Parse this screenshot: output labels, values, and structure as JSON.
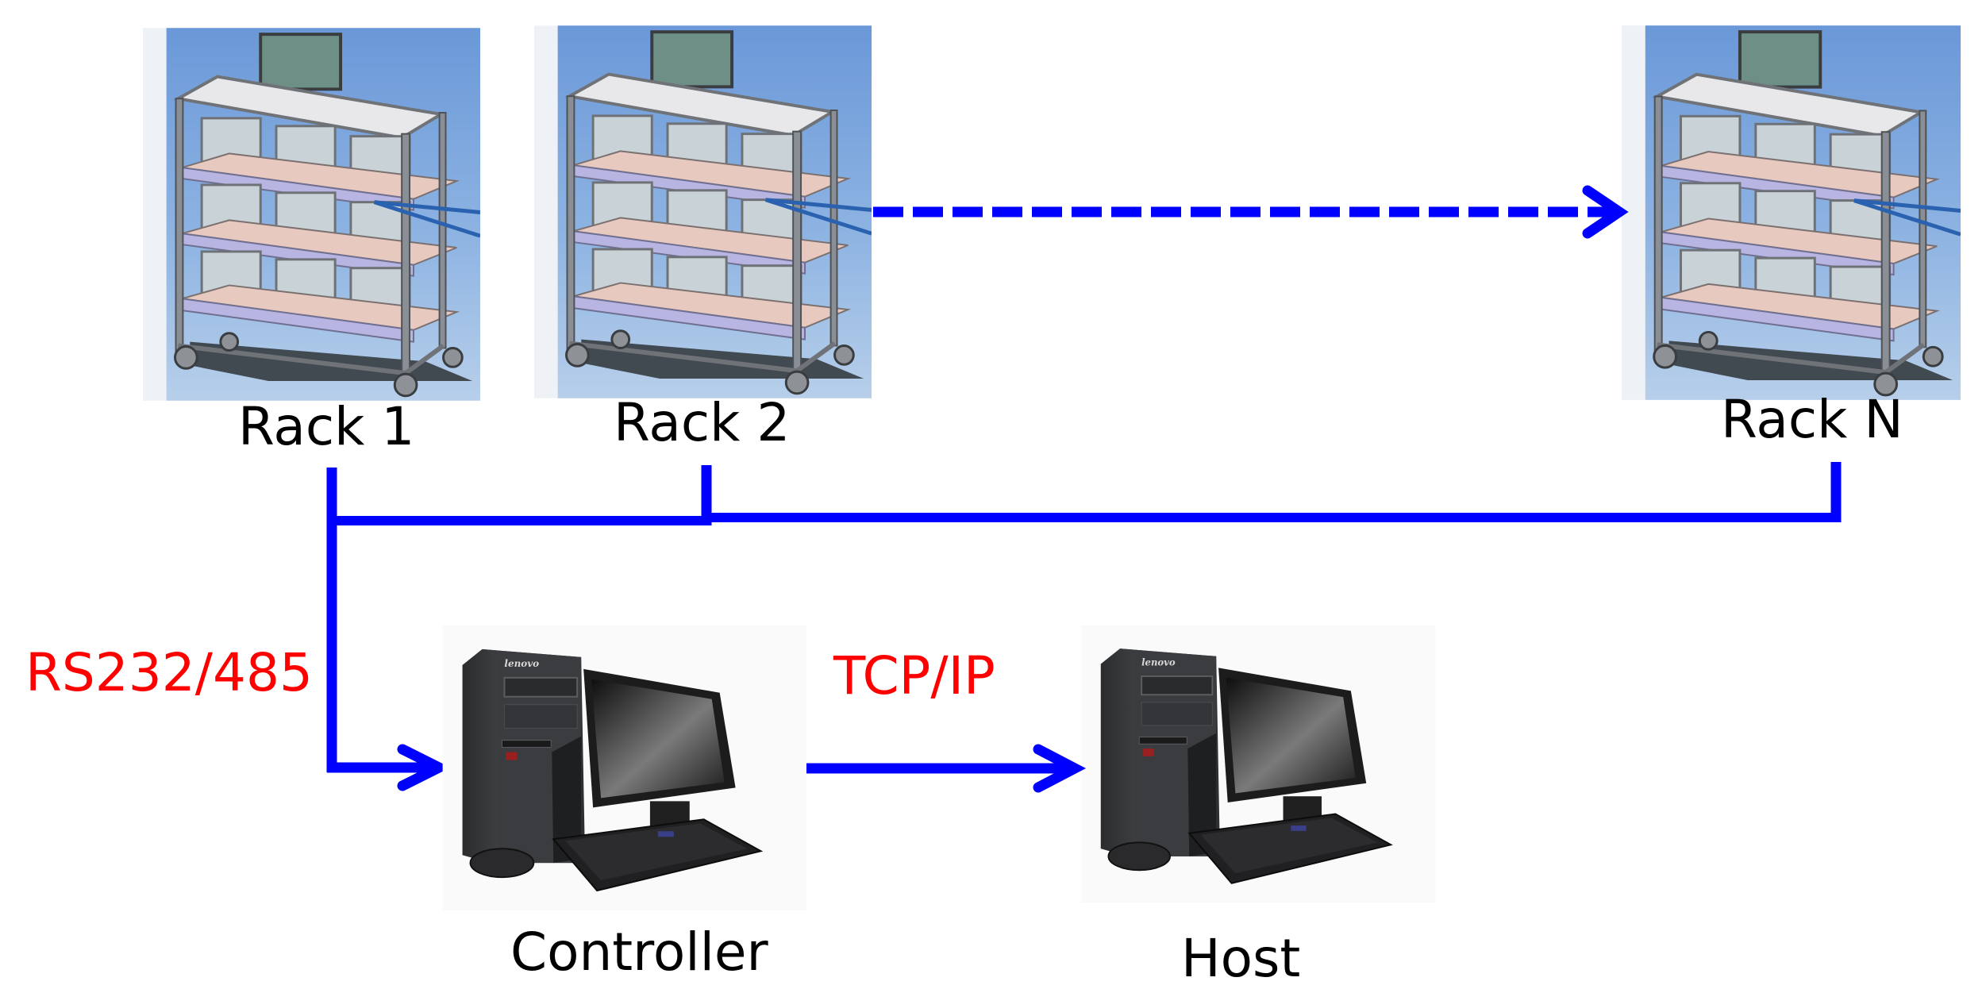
{
  "diagram": {
    "title": "",
    "racks": [
      {
        "id": "rack-1",
        "label": "Rack 1"
      },
      {
        "id": "rack-2",
        "label": "Rack 2"
      },
      {
        "id": "rack-n",
        "label": "Rack N"
      }
    ],
    "nodes": [
      {
        "id": "controller",
        "label": "Controller",
        "icon": "desktop-computer-icon",
        "brand_text": "lenovo"
      },
      {
        "id": "host",
        "label": "Host",
        "icon": "desktop-computer-icon",
        "brand_text": "lenovo"
      }
    ],
    "edges": [
      {
        "from": "rack-2",
        "to": "rack-n",
        "style": "dashed",
        "label": ""
      },
      {
        "from": "rack-bus",
        "to": "controller",
        "style": "solid",
        "label": "RS232/485"
      },
      {
        "from": "controller",
        "to": "host",
        "style": "solid",
        "label": "TCP/IP"
      }
    ],
    "labels": {
      "rack1": "Rack 1",
      "rack2": "Rack 2",
      "rackN": "Rack N",
      "controller": "Controller",
      "host": "Host",
      "serial": "RS232/485",
      "network": "TCP/IP",
      "brand": "lenovo"
    },
    "colors": {
      "connector": "#0000ff",
      "protocol_text": "#ff0000",
      "label_text": "#000000"
    }
  }
}
